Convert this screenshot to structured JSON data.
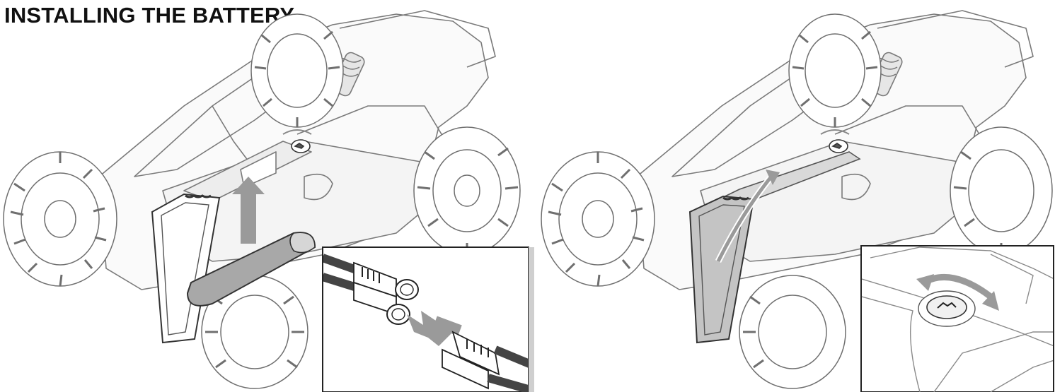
{
  "page": {
    "title": "INSTALLING THE BATTERY"
  },
  "palette": {
    "line": "#6f6f6f",
    "dark_line": "#222222",
    "fill_gray": "#a8a8a8",
    "fill_light": "#d6d6d6",
    "arrow": "#9a9a9a"
  },
  "figures": [
    {
      "id": "step-1",
      "icon": "battery-insert-illustration",
      "inset_icon": "connector-plug-inset"
    },
    {
      "id": "step-2",
      "icon": "battery-door-close-illustration",
      "inset_icon": "latch-rotate-inset"
    }
  ]
}
